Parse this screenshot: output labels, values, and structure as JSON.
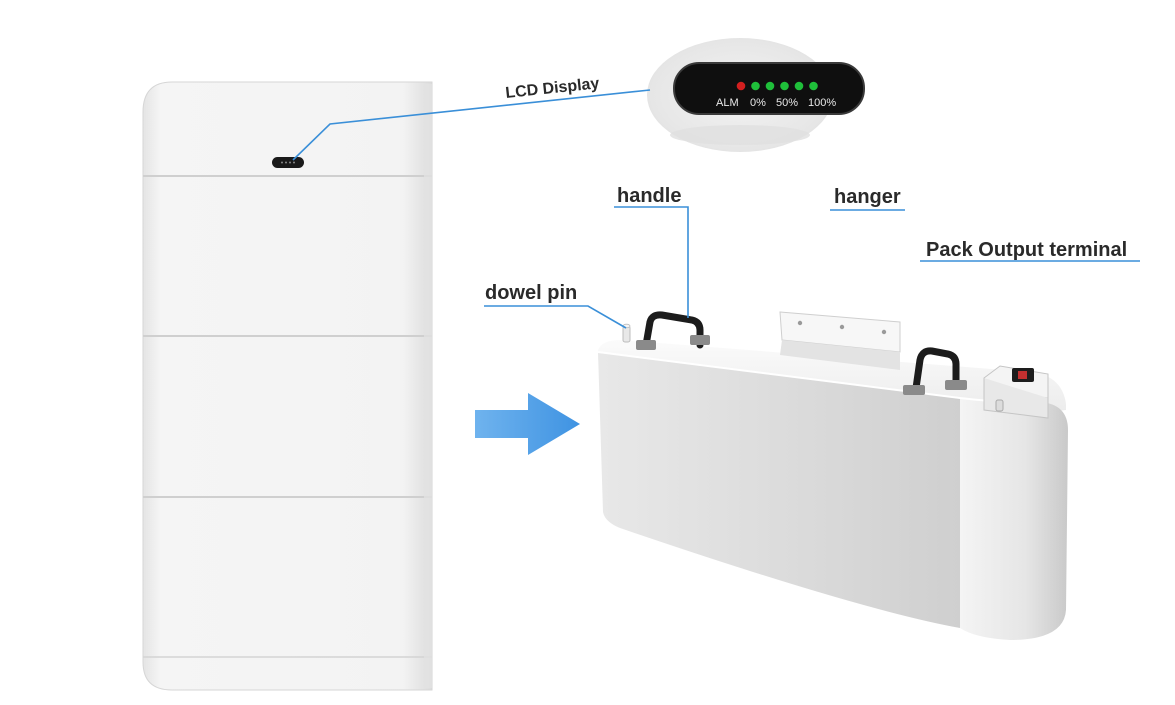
{
  "labels": {
    "lcd_display": "LCD Display",
    "handle": "handle",
    "hanger": "hanger",
    "pack_output_terminal": "Pack Output terminal",
    "dowel_pin": "dowel pin"
  },
  "lcd": {
    "alm": "ALM",
    "pct_0": "0%",
    "pct_50": "50%",
    "pct_100": "100%",
    "led_colors": [
      "#d21f1f",
      "#1fbf3a",
      "#1fbf3a",
      "#1fbf3a",
      "#1fbf3a",
      "#1fbf3a"
    ]
  },
  "colors": {
    "leader_line": "#3a8fd8",
    "arrow": "#4a9ae6",
    "battery_body": "#f2f2f2",
    "battery_shadow": "#d8d8d8"
  }
}
